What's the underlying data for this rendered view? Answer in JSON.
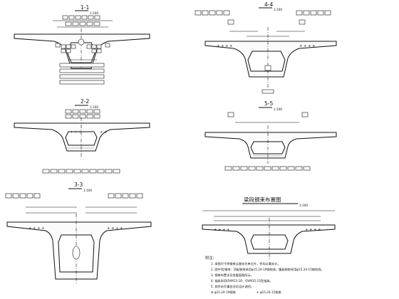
{
  "header": {
    "corner_text": ""
  },
  "panels": {
    "s11": {
      "title": "1-1",
      "scale": "1:100"
    },
    "s22": {
      "title": "2-2",
      "scale": "1:100"
    },
    "s33": {
      "title": "3-3",
      "scale": "1:100"
    },
    "s44": {
      "title": "4-4",
      "scale": "1:100"
    },
    "s55": {
      "title": "5-5",
      "scale": "1:100"
    },
    "plan": {
      "title": "梁段钢束布置图",
      "scale": "1:100"
    }
  },
  "notes": {
    "heading": "附注：",
    "lines": [
      "1. 本图尺寸除钢束以厘米为单位外，余均以毫米计。",
      "2. 图中Ⅰ型钢束：顶板钢束采用φ15.24-19钢绞线，腹板钢束采用φ15.24-15钢绞线。",
      "3. 钢束布置详见各截面图所示。",
      "4. 锚具采用OVM15-19、OVM15-15型锚具。",
      "5. 其余未尽事宜详见设计说明。"
    ],
    "legend": [
      "⊕ φ15.24-19钢束",
      "+ φ15.24-15钢束"
    ]
  }
}
